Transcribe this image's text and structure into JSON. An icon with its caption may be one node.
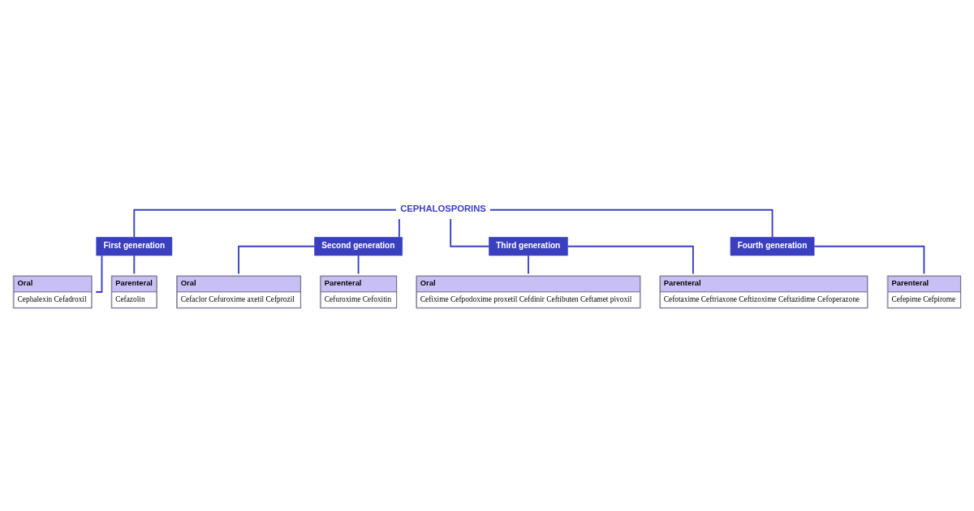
{
  "diagram": {
    "nodes": [
      {
        "text": [
          "CEPHALOSPORINS"
        ]
      },
      {
        "text": [
          "First generation"
        ]
      },
      {
        "text": [
          "Oral",
          "Cephalexin Cefadroxil"
        ]
      },
      {
        "text": [
          "Parenteral",
          "Cefazolin"
        ]
      },
      {
        "text": [
          "Second generation"
        ]
      },
      {
        "text": [
          "Oral",
          "Cefaclor Cefuroxime axetil Cefprozil"
        ]
      },
      {
        "text": [
          "Parenteral",
          "Cefuroxime Cefoxitin"
        ]
      },
      {
        "text": [
          "Third generation"
        ]
      },
      {
        "text": [
          "Oral",
          "Cefixime Cefpodoxime proxetil Cefdinir Ceftibuten Ceftamet pivoxil"
        ]
      },
      {
        "text": [
          "Parenteral",
          "Cefotaxime Ceftriaxone Ceftizoxime Ceftazidime Cefoperazone"
        ]
      },
      {
        "text": [
          "Fourth generation"
        ]
      },
      {
        "text": [
          "Parenteral",
          "Cefepime Cefpirome"
        ]
      }
    ],
    "edges": [
      {
        "from": 0,
        "to": 1,
        "arrow": "none"
      },
      {
        "from": 0,
        "to": 4,
        "arrow": "none"
      },
      {
        "from": 0,
        "to": 7,
        "arrow": "none"
      },
      {
        "from": 0,
        "to": 10,
        "arrow": "none"
      },
      {
        "from": 1,
        "to": 2,
        "arrow": "none"
      },
      {
        "from": 1,
        "to": 3,
        "arrow": "none"
      },
      {
        "from": 4,
        "to": 5,
        "arrow": "none"
      },
      {
        "from": 4,
        "to": 6,
        "arrow": "none"
      },
      {
        "from": 7,
        "to": 8,
        "arrow": "none"
      },
      {
        "from": 7,
        "to": 9,
        "arrow": "none"
      },
      {
        "from": 10,
        "to": 11,
        "arrow": "none"
      }
    ]
  }
}
